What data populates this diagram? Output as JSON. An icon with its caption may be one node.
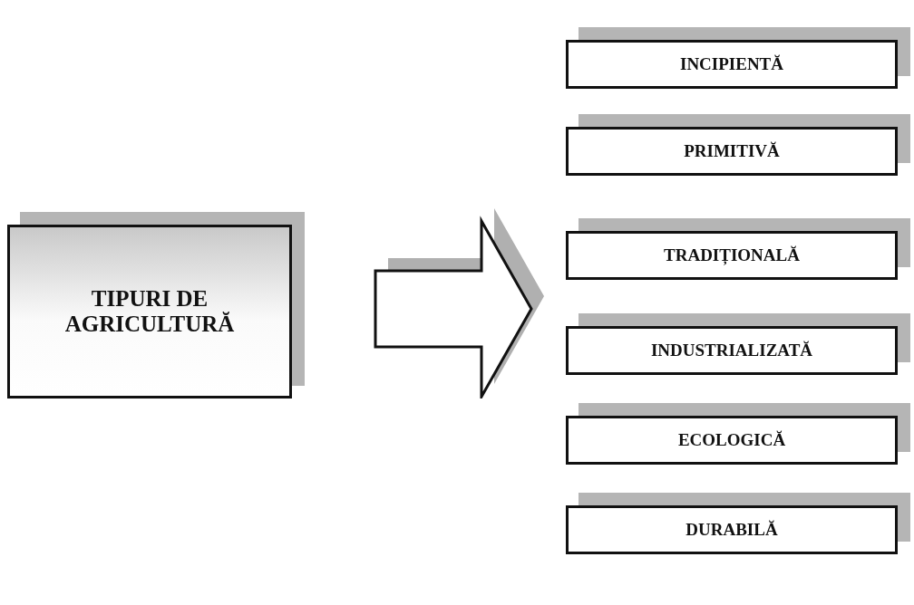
{
  "diagram": {
    "nodes": [
      {
        "text": [
          "TIPURI DE AGRICULTURĂ"
        ]
      },
      {
        "text": [],
        "shape": "arrow"
      },
      {
        "text": [
          "INCIPIENTĂ"
        ]
      },
      {
        "text": [
          "PRIMITIVĂ"
        ]
      },
      {
        "text": [
          "TRADIȚIONALĂ"
        ]
      },
      {
        "text": [
          "INDUSTRIALIZATĂ"
        ]
      },
      {
        "text": [
          "ECOLOGICĂ"
        ]
      },
      {
        "text": [
          "DURABILĂ"
        ]
      }
    ]
  }
}
